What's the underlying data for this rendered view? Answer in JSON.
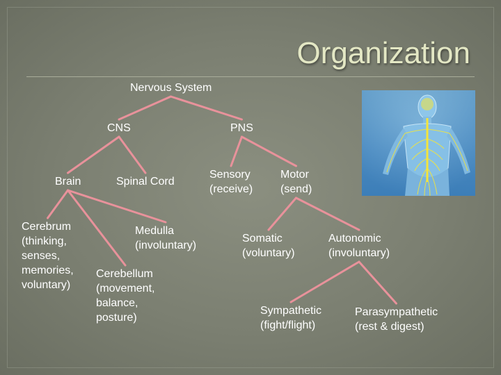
{
  "title": "Organization",
  "nodes": {
    "nervous_system": "Nervous System",
    "cns": "CNS",
    "pns": "PNS",
    "brain": "Brain",
    "spinal_cord": "Spinal Cord",
    "sensory": "Sensory\n(receive)",
    "motor": "Motor\n(send)",
    "cerebrum": "Cerebrum\n(thinking,\nsenses,\nmemories,\nvoluntary)",
    "medulla": "Medulla\n(involuntary)",
    "cerebellum": "Cerebellum\n(movement,\nbalance,\nposture)",
    "somatic": "Somatic\n(voluntary)",
    "autonomic": "Autonomic\n(involuntary)",
    "sympathetic": "Sympathetic\n(fight/flight)",
    "parasympathetic": "Parasympathetic\n(rest & digest)"
  },
  "connections": [
    [
      "nervous_system",
      "cns"
    ],
    [
      "nervous_system",
      "pns"
    ],
    [
      "cns",
      "brain"
    ],
    [
      "cns",
      "spinal_cord"
    ],
    [
      "pns",
      "sensory"
    ],
    [
      "pns",
      "motor"
    ],
    [
      "brain",
      "cerebrum"
    ],
    [
      "brain",
      "cerebellum"
    ],
    [
      "brain",
      "medulla"
    ],
    [
      "motor",
      "somatic"
    ],
    [
      "motor",
      "autonomic"
    ],
    [
      "autonomic",
      "sympathetic"
    ],
    [
      "autonomic",
      "parasympathetic"
    ]
  ],
  "colors": {
    "background": "#7b7f71",
    "title": "#e3e7c4",
    "connector": "#e8929b",
    "node_text": "#ffffff",
    "figure_background": "#4f8ec4"
  },
  "figure": {
    "subject": "human-nervous-system-figure"
  }
}
